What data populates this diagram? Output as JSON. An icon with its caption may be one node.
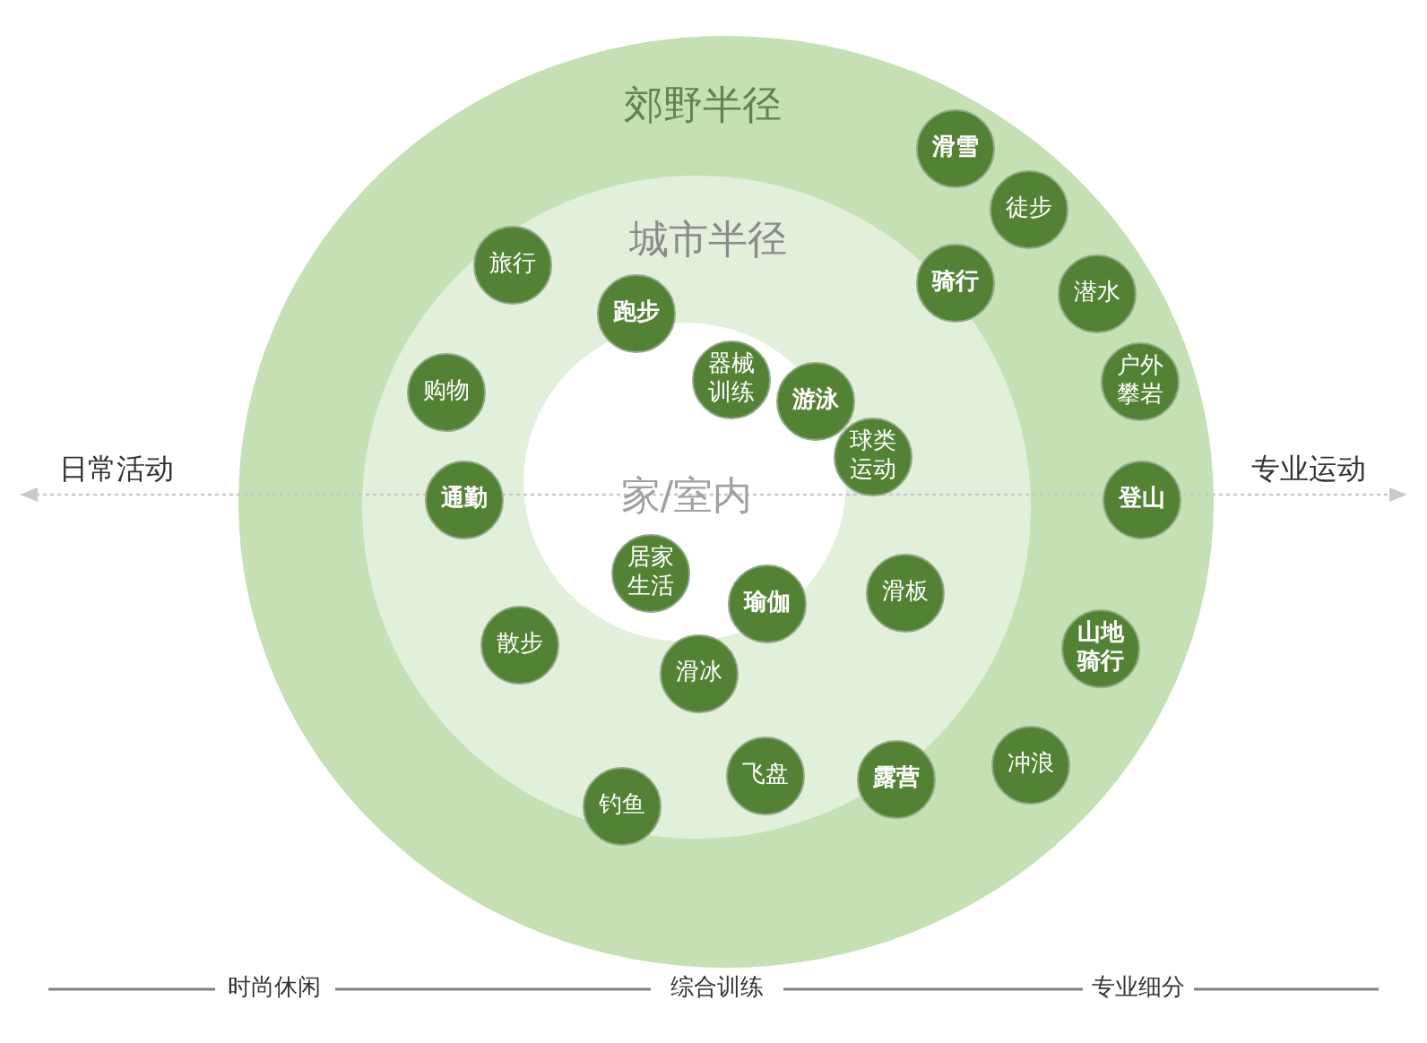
{
  "diagram": {
    "nodes": [
      {
        "text": [
          "郊野半径"
        ]
      },
      {
        "text": [
          "城市半径"
        ],
        "in": 0
      },
      {
        "text": [
          "家/室内"
        ],
        "in": 1
      },
      {
        "text": [
          "滑雪"
        ],
        "in": 0
      },
      {
        "text": [
          "徒步"
        ],
        "in": 0
      },
      {
        "text": [
          "旅行"
        ],
        "in": 1
      },
      {
        "text": [
          "骑行"
        ],
        "in": 1
      },
      {
        "text": [
          "潜水"
        ],
        "in": 0
      },
      {
        "text": [
          "跑步"
        ],
        "in": 1
      },
      {
        "text": [
          "器械训练"
        ],
        "in": 2
      },
      {
        "text": [
          "户外攀岩"
        ],
        "in": 0
      },
      {
        "text": [
          "购物"
        ],
        "in": 1
      },
      {
        "text": [
          "游泳"
        ],
        "in": 1
      },
      {
        "text": [
          "球类运动"
        ],
        "in": 1
      },
      {
        "text": [
          "通勤"
        ],
        "in": 1
      },
      {
        "text": [
          "登山"
        ],
        "in": 0
      },
      {
        "text": [
          "居家生活"
        ],
        "in": 2
      },
      {
        "text": [
          "滑板"
        ],
        "in": 1
      },
      {
        "text": [
          "瑜伽"
        ],
        "in": 2
      },
      {
        "text": [
          "散步"
        ],
        "in": 1
      },
      {
        "text": [
          "山地骑行"
        ],
        "in": 0
      },
      {
        "text": [
          "滑冰"
        ],
        "in": 1
      },
      {
        "text": [
          "冲浪"
        ],
        "in": 0
      },
      {
        "text": [
          "飞盘"
        ],
        "in": 1
      },
      {
        "text": [
          "露营"
        ],
        "in": 1
      },
      {
        "text": [
          "钓鱼"
        ],
        "in": 0
      }
    ],
    "labels": [
      "日常活动",
      "专业运动",
      "时尚休闲",
      "综合训练",
      "专业细分"
    ]
  }
}
